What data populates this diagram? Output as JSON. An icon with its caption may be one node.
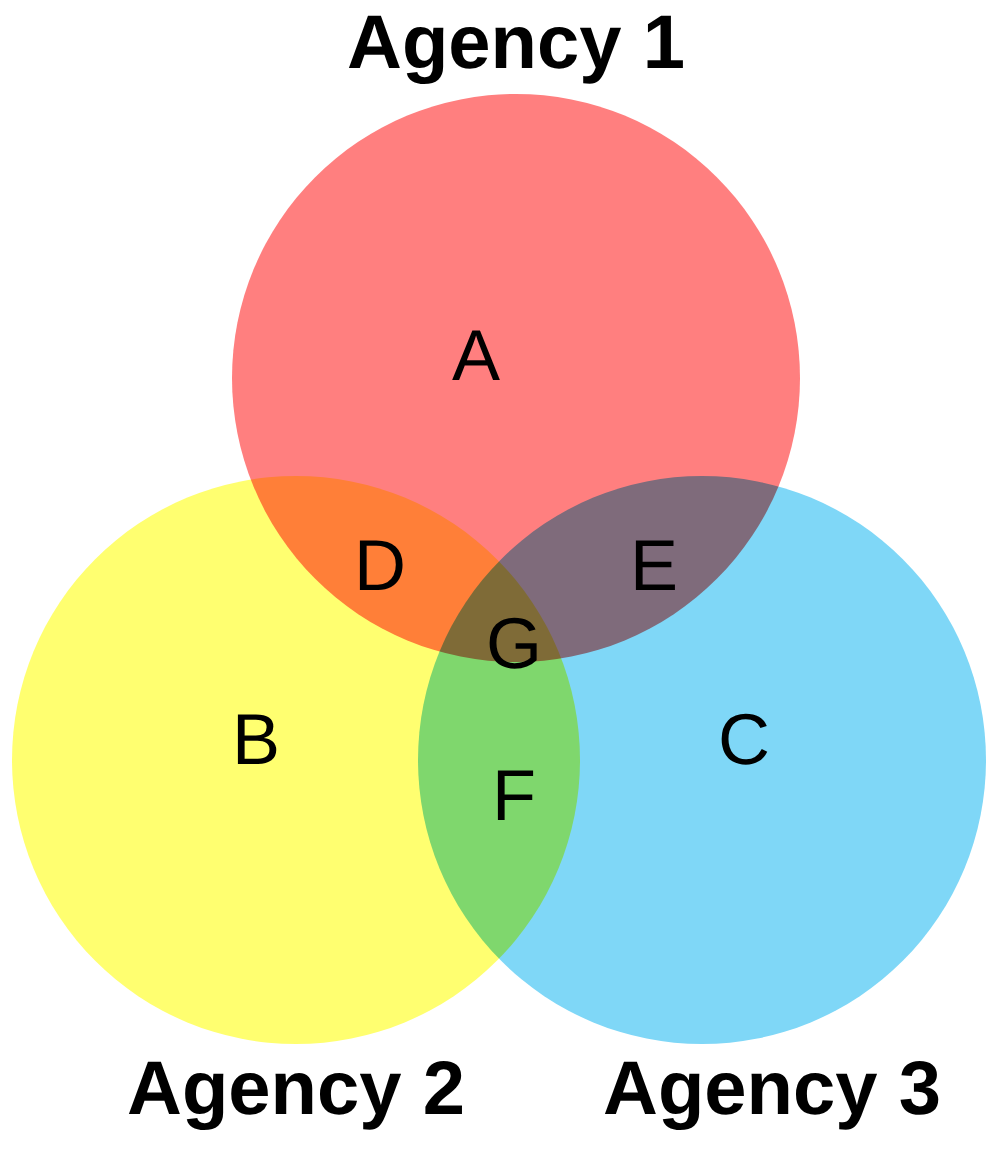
{
  "diagram": {
    "nodes": [
      {
        "text": [
          "Agency 1",
          "A"
        ]
      },
      {
        "text": [
          "B",
          "Agency 2"
        ]
      },
      {
        "text": [
          "C",
          "Agency 3"
        ]
      }
    ],
    "labels": [
      "D",
      "E",
      "G",
      "F"
    ]
  }
}
